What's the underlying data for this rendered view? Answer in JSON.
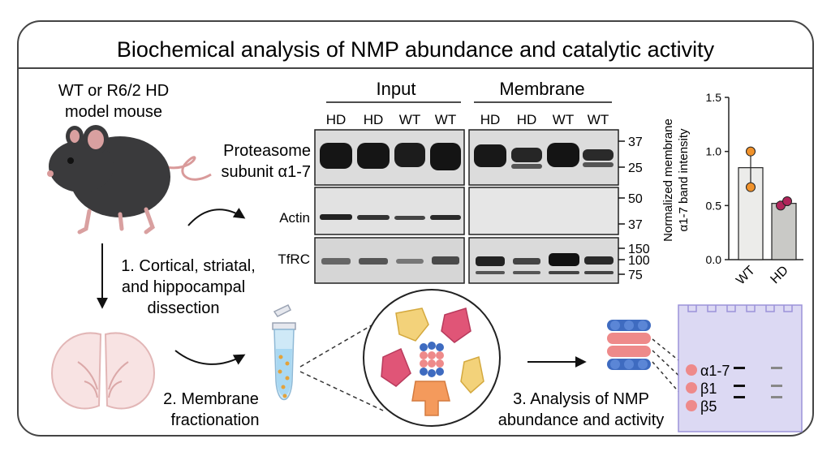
{
  "title": "Biochemical analysis of NMP abundance and catalytic activity",
  "mouse_label_line1": "WT or R6/2 HD",
  "mouse_label_line2": "model mouse",
  "step1_line1": "1. Cortical, striatal,",
  "step1_line2": "and hippocampal",
  "step1_line3": "dissection",
  "step2_line1": "2. Membrane",
  "step2_line2": "fractionation",
  "step3_line1": "3. Analysis of NMP",
  "step3_line2": "abundance and activity",
  "blot": {
    "group_input": "Input",
    "group_membrane": "Membrane",
    "lanes": [
      "HD",
      "HD",
      "WT",
      "WT",
      "HD",
      "HD",
      "WT",
      "WT"
    ],
    "row_label_proteasome_1": "Proteasome",
    "row_label_proteasome_2": "subunit α1-7",
    "row_label_actin": "Actin",
    "row_label_tfrc": "TfRC",
    "markers_proteasome": [
      "37",
      "25"
    ],
    "markers_actin": [
      "50",
      "37"
    ],
    "markers_tfrc": [
      "150",
      "100",
      "75"
    ]
  },
  "chart_data": {
    "type": "bar",
    "categories": [
      "WT",
      "HD"
    ],
    "values": [
      0.85,
      0.52
    ],
    "points": [
      [
        1.0,
        0.67
      ],
      [
        0.5,
        0.54
      ]
    ],
    "ylabel_line1": "Normalized membrane",
    "ylabel_line2": "α1-7 band intensity",
    "ylim": [
      0,
      1.5
    ],
    "yticks": [
      "0.0",
      "0.5",
      "1.0",
      "1.5"
    ],
    "point_colors": [
      "#f0922b",
      "#b0245a"
    ]
  },
  "gel": {
    "bands": [
      "α1-7",
      "β1",
      "β5"
    ],
    "dot_color": "#ee8a8a"
  },
  "colors": {
    "frame": "#444444",
    "bar_fill": "#ececea",
    "bar_fill_hd": "#c9c9c6",
    "gel_fill": "#dcd9f3",
    "gel_edge": "#9b93d9"
  }
}
